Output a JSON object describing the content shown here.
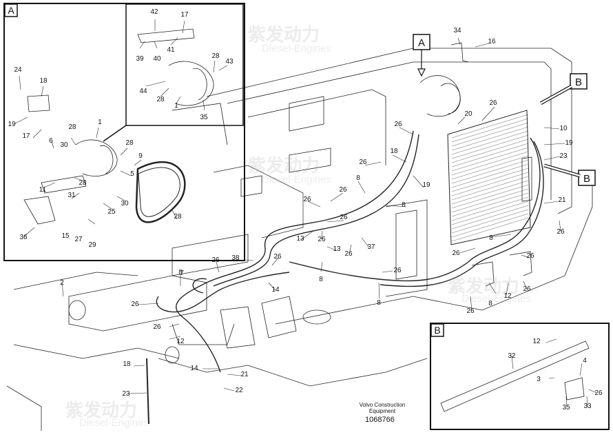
{
  "diagram": {
    "detail_labels": {
      "a": "A",
      "b": "B"
    },
    "callouts": [
      "42",
      "17",
      "39",
      "40",
      "41",
      "28",
      "43",
      "44",
      "28",
      "1",
      "35",
      "24",
      "18",
      "19",
      "17",
      "6",
      "30",
      "28",
      "1",
      "28",
      "5",
      "9",
      "11",
      "28",
      "31",
      "30",
      "25",
      "28",
      "36",
      "15",
      "27",
      "29",
      "34",
      "16",
      "26",
      "20",
      "26",
      "26",
      "18",
      "19",
      "26",
      "8",
      "26",
      "8",
      "13",
      "26",
      "26",
      "13",
      "26",
      "37",
      "38",
      "26",
      "8",
      "26",
      "8",
      "26",
      "14",
      "8",
      "26",
      "12",
      "26",
      "14",
      "21",
      "18",
      "22",
      "23",
      "10",
      "19",
      "23",
      "21",
      "8",
      "26",
      "26",
      "8",
      "12",
      "26",
      "26",
      "12",
      "32",
      "4",
      "3",
      "35",
      "33",
      "26",
      "2",
      "7",
      "26"
    ],
    "caption": {
      "line1": "Volvo Construction",
      "line2": "Equipment"
    },
    "document_number": "1068766",
    "watermark": {
      "cn": "紫发动力",
      "en": "Diesel-Engines"
    }
  }
}
